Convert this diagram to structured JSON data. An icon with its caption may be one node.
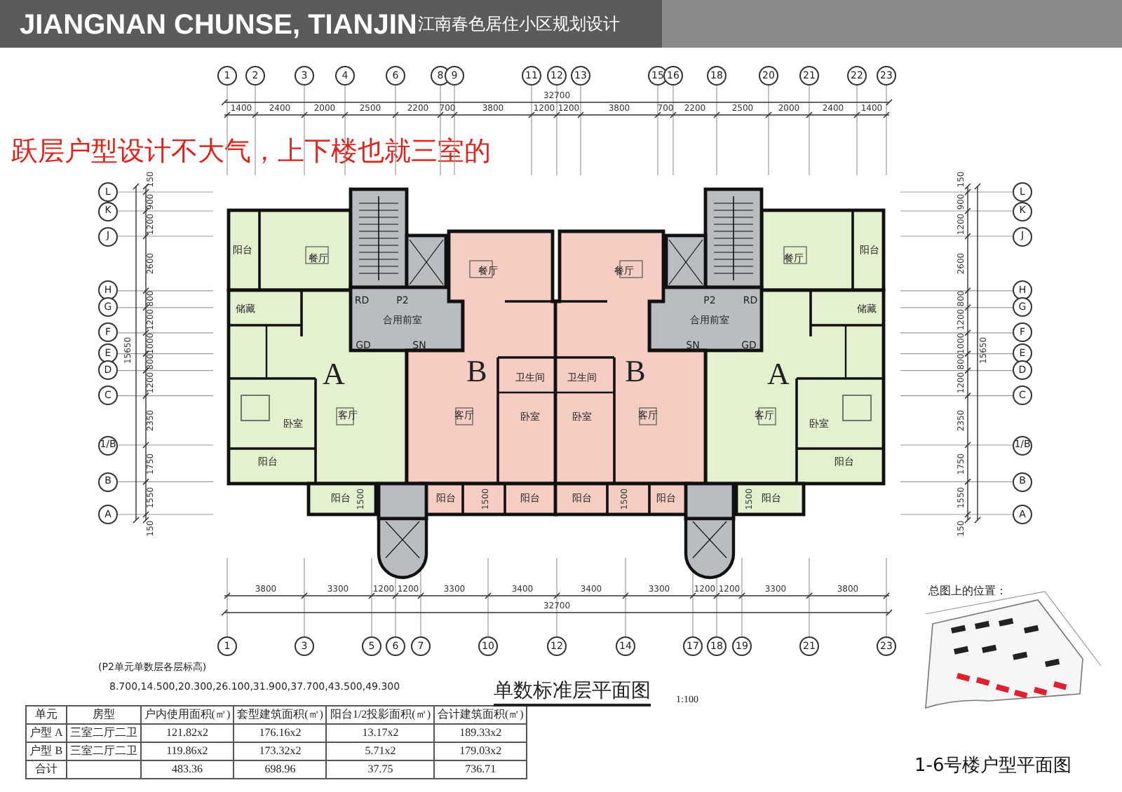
{
  "diagram": {
    "title": "JIANGNAN CHUNSE, TIANJIN",
    "caption": "1-6号楼户型平面图",
    "labels": [
      "江南春色居住小区规划设计",
      "跃层户型设计不大气，上下楼也就三室的",
      "1",
      "2",
      "3",
      "4",
      "6",
      "8",
      "9",
      "11",
      "12",
      "13",
      "15",
      "16",
      "18",
      "20",
      "21",
      "22",
      "23",
      "1400",
      "2400",
      "2000",
      "2500",
      "2200",
      "700",
      "3800",
      "1200",
      "1200",
      "3800",
      "700",
      "2200",
      "2500",
      "2000",
      "2400",
      "1400",
      "32700",
      "L",
      "K",
      "J",
      "H",
      "G",
      "F",
      "E",
      "D",
      "C",
      "1/B",
      "B",
      "A",
      "150",
      "900",
      "1200",
      "2600",
      "800",
      "1200",
      "1000",
      "800",
      "1200",
      "2350",
      "1750",
      "1550",
      "150",
      "15650",
      "L",
      "K",
      "J",
      "H",
      "G",
      "F",
      "E",
      "D",
      "C",
      "1/B",
      "B",
      "A",
      "150",
      "900",
      "1200",
      "2600",
      "800",
      "1200",
      "1000",
      "800",
      "1200",
      "2350",
      "1750",
      "1550",
      "150",
      "15650",
      "阳台",
      "餐厅",
      "储藏",
      "RD",
      "P2",
      "合用前室",
      "GD",
      "SN",
      "A",
      "卧室",
      "客厅",
      "阳台",
      "阳台",
      "1500",
      "B",
      "餐厅",
      "客厅",
      "卫生间",
      "卧室",
      "阳台",
      "1500",
      "阳台",
      "阳台",
      "餐厅",
      "储藏",
      "P2",
      "RD",
      "合用前室",
      "SN",
      "GD",
      "A",
      "卧室",
      "客厅",
      "阳台",
      "阳台",
      "1500",
      "B",
      "餐厅",
      "客厅",
      "卫生间",
      "卧室",
      "阳台",
      "1500",
      "阳台",
      "3800",
      "3300",
      "1200",
      "1200",
      "3300",
      "3400",
      "3400",
      "3300",
      "1200",
      "1200",
      "3300",
      "3800",
      "32700",
      "1",
      "3",
      "5",
      "6",
      "7",
      "10",
      "12",
      "14",
      "17",
      "18",
      "19",
      "21",
      "23",
      "(P2单元单数层各层标高)",
      "8.700,14.500,20.300,26.100,31.900,37.700,43.500,49.300",
      "单元",
      "房型",
      "户内使用面积(㎡)",
      "套型建筑面积(㎡)",
      "阳台1/2投影面积(㎡)",
      "合计建筑面积(㎡)",
      "户型 A",
      "三室二厅二卫",
      "121.82x2",
      "176.16x2",
      "13.17x2",
      "189.33x2",
      "户型 B",
      "三室二厅二卫",
      "119.86x2",
      "173.32x2",
      "5.71x2",
      "179.03x2",
      "合计",
      "483.36",
      "698.96",
      "37.75",
      "736.71",
      "单数标准层平面图",
      "1:100",
      "总图上的位置："
    ]
  }
}
